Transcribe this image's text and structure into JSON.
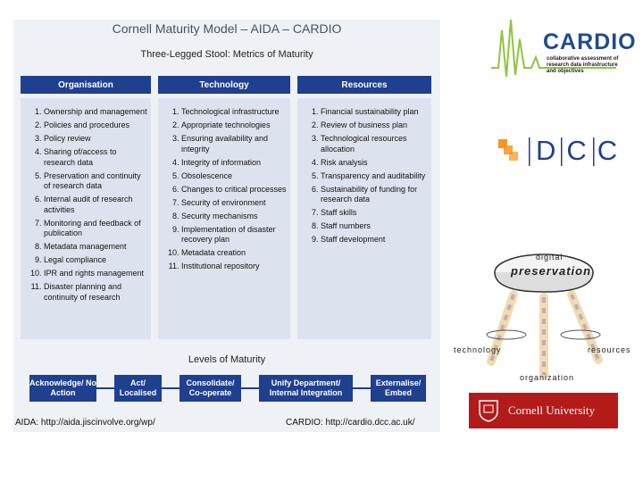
{
  "panel": {
    "title": "Cornell Maturity Model – AIDA – CARDIO",
    "subtitle": "Three-Legged Stool: Metrics of Maturity",
    "columns": [
      {
        "header": "Organisation",
        "items": [
          "Ownership and management",
          "Policies and procedures",
          "Policy review",
          "Sharing of/access to research data",
          "Preservation and continuity of research data",
          "Internal audit of research activities",
          "Monitoring and feedback of publication",
          "Metadata management",
          "Legal compliance",
          "IPR and rights management",
          "Disaster planning and continuity of research"
        ]
      },
      {
        "header": "Technology",
        "items": [
          "Technological infrastructure",
          "Appropriate technologies",
          "Ensuring availability and integrity",
          "Integrity of information",
          "Obsolescence",
          "Changes to critical processes",
          "Security of environment",
          "Security mechanisms",
          "Implementation of disaster recovery plan",
          "Metadata creation",
          "Institutional repository"
        ]
      },
      {
        "header": "Resources",
        "items": [
          "Financial sustainability plan",
          "Review of business plan",
          "Technological resources allocation",
          "Risk analysis",
          "Transparency and auditability",
          "Sustainability of funding for research data",
          "Staff skills",
          "Staff numbers",
          "Staff development"
        ]
      }
    ],
    "levels_title": "Levels of Maturity",
    "levels": [
      "Acknowledge/ No Action",
      "Act/ Localised",
      "Consolidate/ Co-operate",
      "Unify Department/ Internal Integration",
      "Externalise/ Embed"
    ],
    "aida_url": "AIDA: http://aida.jiscinvolve.org/wp/",
    "cardio_url": "CARDIO: http://cardio.dcc.ac.uk/"
  },
  "logos": {
    "cardio_word": "CARDIO",
    "cardio_tagline": "collaborative assessment of research data infrastructure and objectives",
    "dcc_letters": "DCC",
    "stool_top1": "digital",
    "stool_top2": "preservation",
    "stool_left": "technology",
    "stool_right": "resources",
    "stool_bottom": "organization",
    "cornell_name": "Cornell University"
  },
  "colors": {
    "header_blue": "#1f3f8f",
    "cardio_green": "#8dc63f",
    "dcc_orange": "#f7941d",
    "cornell_red": "#b31b1b"
  }
}
